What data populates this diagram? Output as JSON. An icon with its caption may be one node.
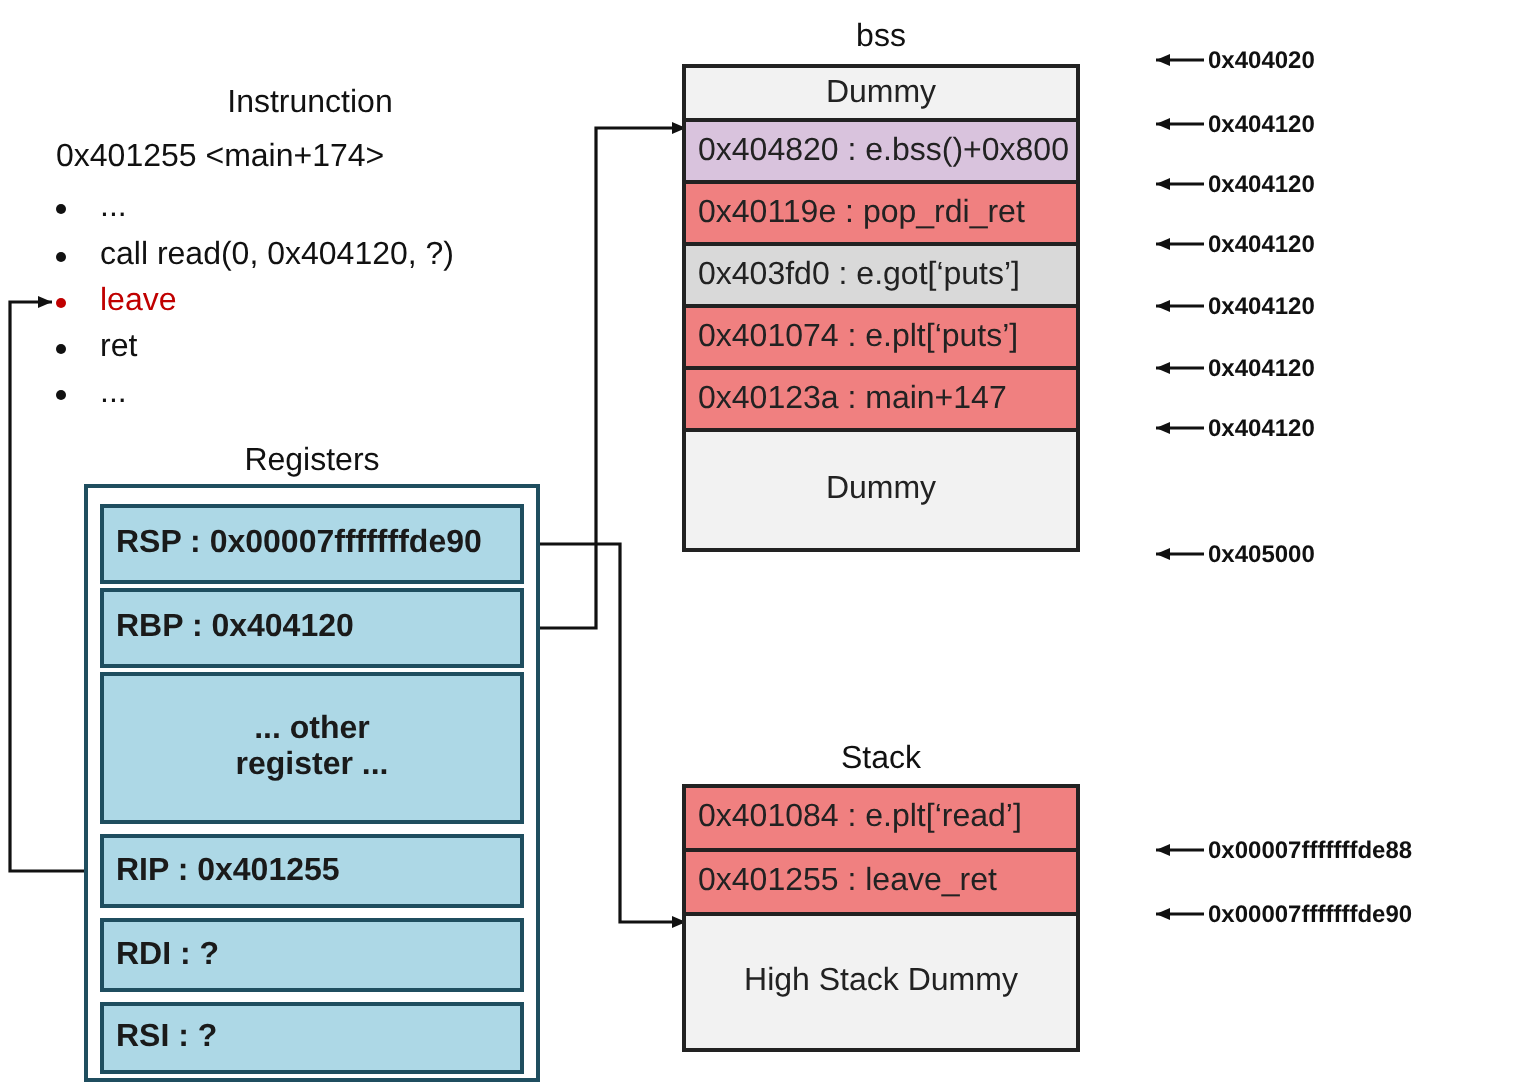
{
  "diagram": {
    "nodes": [
      {
        "text": [
          "leave"
        ]
      },
      {
        "text": [
          "Registers"
        ]
      },
      {
        "text": [
          "RSP : 0x00007fffffffde90"
        ],
        "in": 1
      },
      {
        "text": [
          "RBP : 0x404120"
        ],
        "in": 1
      },
      {
        "text": [
          "... other register ..."
        ],
        "in": 1
      },
      {
        "text": [
          "RIP : 0x401255"
        ],
        "in": 1
      },
      {
        "text": [
          "RDI : ?"
        ],
        "in": 1
      },
      {
        "text": [
          "RSI : ?"
        ],
        "in": 1
      },
      {
        "text": [
          "bss"
        ]
      },
      {
        "text": [
          "Dummy"
        ],
        "in": 8
      },
      {
        "text": [
          "0x404820 : e.bss()+0x800"
        ],
        "in": 8
      },
      {
        "text": [
          "0x40119e : pop_rdi_ret"
        ],
        "in": 8
      },
      {
        "text": [
          "0x403fd0 : e.got[‘puts’]"
        ],
        "in": 8
      },
      {
        "text": [
          "0x401074 : e.plt[‘puts’]"
        ],
        "in": 8
      },
      {
        "text": [
          "0x40123a : main+147"
        ],
        "in": 8
      },
      {
        "text": [
          "Dummy"
        ],
        "in": 8
      },
      {
        "text": [
          "Stack"
        ]
      },
      {
        "text": [
          "0x401084 : e.plt[‘read’]"
        ],
        "in": 16
      },
      {
        "text": [
          "0x401255 : leave_ret"
        ],
        "in": 16
      },
      {
        "text": [
          "High Stack Dummy"
        ],
        "in": 16
      },
      {
        "text": [
          "0x404020"
        ]
      },
      {
        "text": [
          "0x404120"
        ]
      },
      {
        "text": [
          "0x404120"
        ]
      },
      {
        "text": [
          "0x404120"
        ]
      },
      {
        "text": [
          "0x404120"
        ]
      },
      {
        "text": [
          "0x404120"
        ]
      },
      {
        "text": [
          "0x404120"
        ]
      },
      {
        "text": [
          "0x405000"
        ]
      },
      {
        "text": [
          "0x00007fffffffde88"
        ]
      },
      {
        "text": [
          "0x00007fffffffde90"
        ]
      }
    ],
    "edges": [
      {
        "from": 5,
        "to": 0,
        "arrow": "to"
      },
      {
        "from": 3,
        "to": 10,
        "arrow": "to"
      },
      {
        "from": 2,
        "to": 19,
        "arrow": "to"
      },
      {
        "from": 20,
        "to": null,
        "arrow": "to"
      },
      {
        "from": 21,
        "to": null,
        "arrow": "to"
      },
      {
        "from": 22,
        "to": null,
        "arrow": "to"
      },
      {
        "from": 23,
        "to": null,
        "arrow": "to"
      },
      {
        "from": 24,
        "to": null,
        "arrow": "to"
      },
      {
        "from": 25,
        "to": null,
        "arrow": "to"
      },
      {
        "from": 26,
        "to": null,
        "arrow": "to"
      },
      {
        "from": 27,
        "to": null,
        "arrow": "to"
      },
      {
        "from": 28,
        "to": null,
        "arrow": "to"
      },
      {
        "from": 29,
        "to": null,
        "arrow": "to"
      }
    ],
    "labels": [
      "Instrunction",
      "0x401255 <main+174>",
      "...",
      "call read(0, 0x404120, ?)",
      "ret",
      "..."
    ]
  }
}
